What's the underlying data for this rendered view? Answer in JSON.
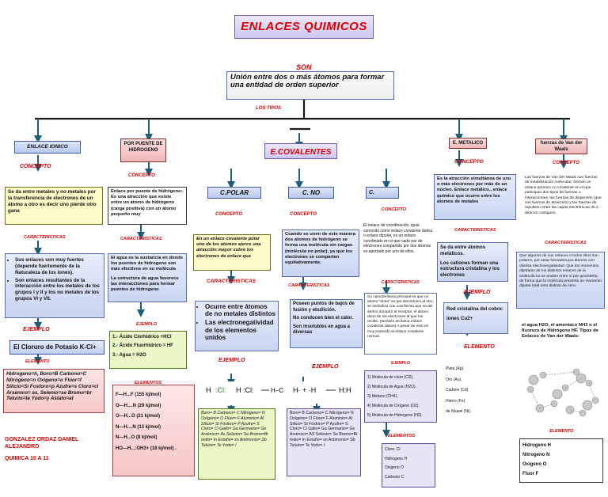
{
  "title": "ENLACES QUIMICOS",
  "son": "SON",
  "definition": "Unión entre dos o más átomos para formar una entidad de orden superior",
  "los_tipos": "LOS TIPOS",
  "types": {
    "ionico": "ENLACE IONICO",
    "puente": "POR PUENTE DE HIDROGENO",
    "covalentes": "E.COVALENTES",
    "metalico": "E. METALICO",
    "vdw": "fuerzas de Van der Waals"
  },
  "labels": {
    "concepto": "CONCEPTO",
    "caracteristicas": "CARACTERISTICAS",
    "ejemplo": "EJEMPLO",
    "elemento": "ELEMENTO",
    "elementos": "ELEMENTOS",
    "caracteristicas_cap": "CARACTERISTICAS"
  },
  "ionico": {
    "concepto": "Se da entre metales y no metales por la transferencia de electrones de un átomo a otro es decir uno pierde otro gana",
    "caracteristicas": [
      "Sus enlaces son muy fuertes (depende fuertemente de la Naturaleza de los iones).",
      "Son enlaces resultantes de la interacción entre los metales de los grupos I y II y los no metales de los grupos VI y VII."
    ],
    "ejemplo": "El Cloruro de Potasio K-Cl+",
    "elementos": "Hidrogeno=h, Boro=B Carbono=C Nitrógeno=n Oxigeno=o Flúor=f Silicio=Si Fosforo=p Azufre=s Cloro=cl Arsénico= as, Selenio=se Bromo=br Telurio=te Yodo=y Astato=at"
  },
  "puente": {
    "concepto": "Enlace por puente de hidrógeno: Es una atracción que existe entre un átomo de hidrógeno (carga positiva) con un átomo pequeño muy",
    "caracteristicas_1": "El agua es la sustancia en donde los puentes de hidrogeno son más efectivos en su molécula",
    "caracteristicas_2": "La estructura de agua favorece las interacciones para formar puentes de hidrogeno",
    "ejemplo": [
      "1.- Ácido Clorhídrico =HCl",
      "2.- Ácido Fluorhídrico = HF",
      "3.- Agua = H2O"
    ],
    "elementos": [
      "F—H...F (155 kj/mol)",
      "O—H....N (29 kj/mol)",
      "O—H...O (21 kj/mol)",
      "N—H....N (13 kj/mol)",
      "N—H...O (8 kj/mol)",
      "HO—H...:OH3+ (18 kj/mol) ."
    ]
  },
  "polar": {
    "title": "C.POLAR",
    "concepto": "En un enlace covalente polar uno de los átomos ejerce una atracción mayor sobre los electrones de enlace que",
    "caracteristicas": [
      "Ocurre entre átomos de no metales distintos",
      "Las electronegatividad de los elementos unidos"
    ],
    "elementos": "Boro= B Carbono= C Nitrógeno= N Oxígeno= O Flúor= F Aluminio= Al Silicio= Si Fósforo= P Azufre= S Cloro= Cl Galio= Ga Germanio= Ge Arsénico= As Selenio= Se Bromo=Br Indio= In Estaño= sn Antimonio= Sb Telurio= Te Yodo= I"
  },
  "nopolar": {
    "title": "C. NO",
    "concepto": "Cuando se unen de este manera dos átomos de hidrógeno se forma una molécula sin cargas (molécula no polar), ya que los electrones se comparten equitativamente.",
    "caracteristicas": [
      "Poseen puntos de bajos de fusión y ebullición.",
      "No conducen bien el calor.",
      "Son insolubles en agua a diversas"
    ],
    "elementos": "Boro= B Carbono= C Nitrógeno= N Oxígeno= O Flúor= F Aluminio= Al Silicio= Si Fósforo= P Azufre= S Cloro= Cl Galio= Ga Germanio= Ge Arsénico= AS Selenio= Se Bromo=Br Indio= In Estaño= sn Antimonio= Sb Telurio= Te Yodo= I"
  },
  "coord": {
    "title": "C.",
    "concepto": "El enlace de coordinación, igual conocido como enlace covalente dativo o enlace dipolar, es un enlace coordinado en el que cada par de electrones compartido por dos átomos es aportado por uno de ellos.",
    "caracteristicas": "Su característica principal es que un átomo \"dona\" su par electrónico al otro, se simboliza con una flecha que va del átomo donador al receptor, el átomo dono de los electrones al que los recibe. (también se llama enlace covalente dativo) A pesar de esto es muy parecido al enlace covalente normal.",
    "ejemplo": [
      "1) Molécula de cloro (Cl2).",
      "2) Molécula de Agua (H2O).",
      "3) Metano (CH4).",
      "4) Molécula de Oxígeno (O2).",
      "5) Molécula de Hidrógeno (H2)."
    ],
    "elementos": [
      "Cloro. Cl",
      "Hidrogeno H",
      "Oxigeno O",
      "Carbono C"
    ]
  },
  "metalico": {
    "concepto": "Es la atracción simultánea de uno o más electrones por más de un núcleo. Enlace metálico., enlace químico que ocurre entre los átomos de metales",
    "caracteristicas_1": "Se da entre átomos metálicos.",
    "caracteristicas_2": "Los cationes forman una estructura cristalina y los electrones",
    "ejemplo": "Red cristalina del cobre: iones Cu2+",
    "elementos": [
      "Plata (Ag).",
      "Oro (Au).",
      "Cadmio (Cd).",
      "Hierro (Fe).",
      "de Níquel (Ni)."
    ]
  },
  "vdw": {
    "concepto": "Las fuerzas de Van der Waals son fuerzas de estabilización molecular; forman un enlace químico no covalente en el que participan dos tipos de fuerzas o interacciones, las fuerzas de dispersión (que son fuerzas de atracción) y las fuerzas de repulsión entre las capas electrónicas de 2 átomos contiguos.",
    "caracteristicas": "Que algunos de sus enlaces e todos ellos son polares, por estar formados por átomos con distinta electronegatividad. Que los momentos dipolares de los distintos enlaces de la molécula no se anulen entre sí por geometría, de forma que la molécula presente un momento dipolar total neto distinto de cero.",
    "ejemplo": "el agua H2O, el amoniaco NH3 o el fluoruro de Hidrógeno HF. Tipos de Enlaces de Van der Waals:",
    "elementos": [
      "Hidrogeno H",
      "Nitrogeno N",
      "Oxigeno O",
      "Fluor F"
    ]
  },
  "author": [
    "GONZALEZ ORDAZ DANIEL ALEJANDRO",
    "QUIMICA 10 A 11"
  ],
  "colors": {
    "red": "#d80000",
    "arrow": "#1f5e78",
    "line": "#1a1a1a"
  }
}
